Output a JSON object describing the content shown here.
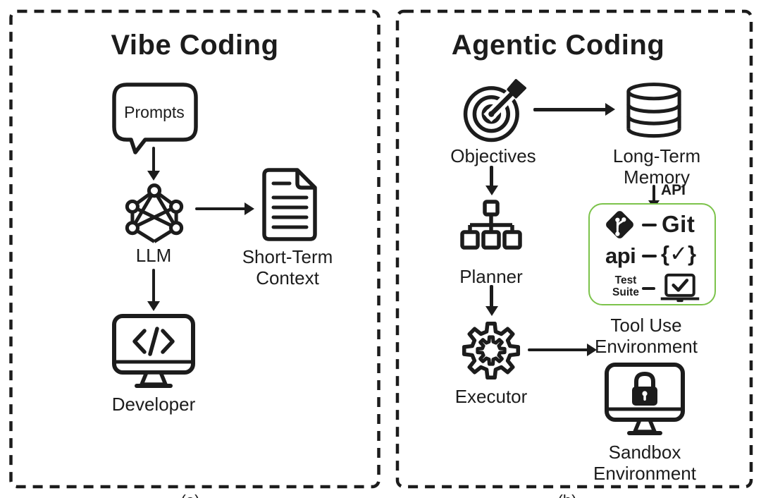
{
  "colors": {
    "ink": "#1c1c1c",
    "green_accent": "#7cc34b",
    "background": "#ffffff"
  },
  "left_panel": {
    "title": "Vibe Coding",
    "prompts": "Prompts",
    "llm": "LLM",
    "short_term_line1": "Short-Term",
    "short_term_line2": "Context",
    "developer": "Developer"
  },
  "right_panel": {
    "title": "Agentic Coding",
    "objectives": "Objectives",
    "long_term_line1": "Long-Term",
    "long_term_line2": "Memory",
    "api_arrow_label": "API",
    "planner": "Planner",
    "executor": "Executor",
    "tools": {
      "git_label": "Git",
      "api_logo": "api",
      "braces_check": "{✓}",
      "test_line1": "Test",
      "test_line2": "Suite"
    },
    "tool_use_line1": "Tool Use",
    "tool_use_line2": "Environment",
    "sandbox_line1": "Sandbox",
    "sandbox_line2": "Environment"
  },
  "captions": {
    "left": "(a)",
    "right": "(b)"
  }
}
